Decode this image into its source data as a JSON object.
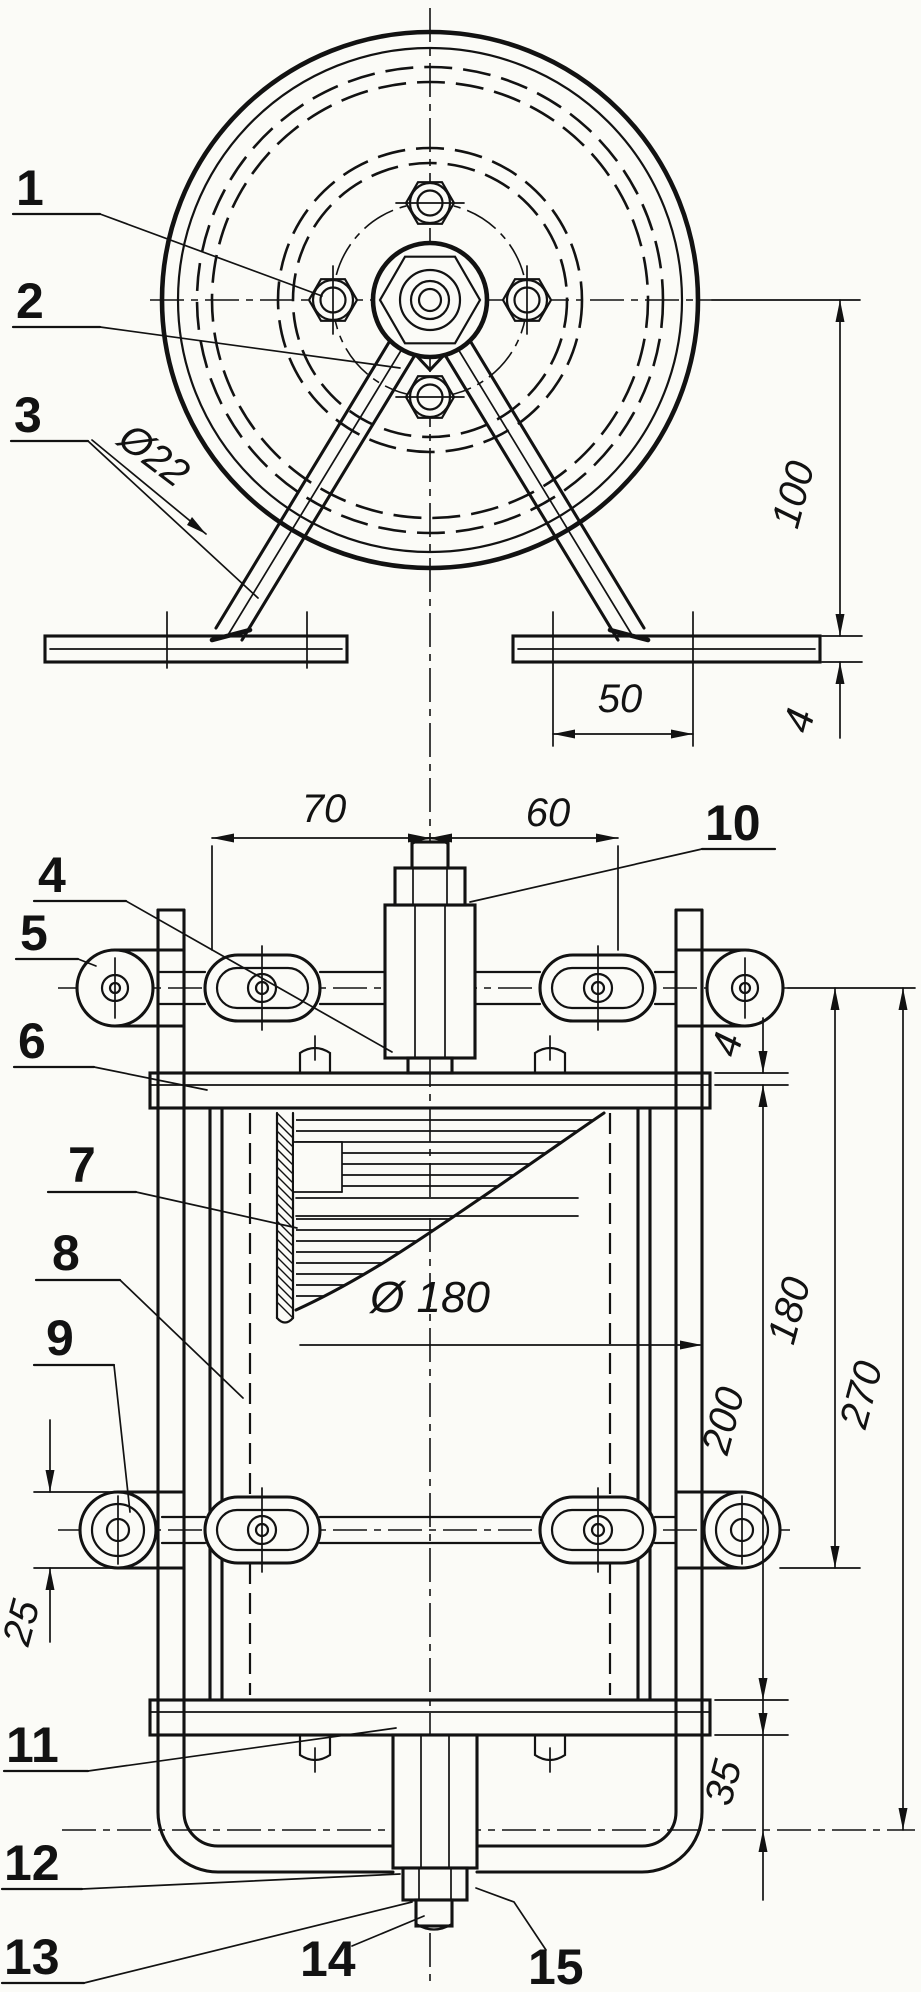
{
  "drawing": {
    "colors": {
      "ink": "#121212",
      "paper": "#fbfbf7"
    },
    "labels": {
      "p1": "1",
      "p2": "2",
      "p3": "3",
      "p4": "4",
      "p5": "5",
      "p6": "6",
      "p7": "7",
      "p8": "8",
      "p9": "9",
      "p10": "10",
      "p11": "11",
      "p12": "12",
      "p13": "13",
      "p14": "14",
      "p15": "15"
    },
    "dims": {
      "dia22": "Ø22",
      "h100": "100",
      "w50": "50",
      "t4_foot": "4",
      "w70": "70",
      "w60": "60",
      "t4_bar": "4",
      "dia180": "Ø 180",
      "h180": "180",
      "h200": "200",
      "h270": "270",
      "h25": "25",
      "h35": "35"
    }
  }
}
